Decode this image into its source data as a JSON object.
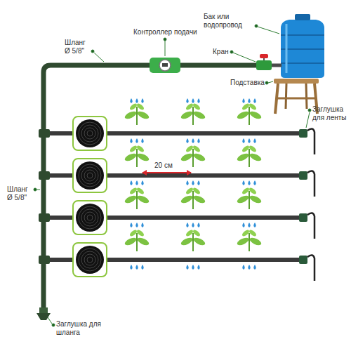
{
  "diagram": {
    "labels": [
      "Шланг Ø 5/8\"",
      "Контроллер подачи",
      "Бак или водопровод",
      "Кран",
      "Подставка",
      "Заглушка для ленты",
      "20 см",
      "Шланг Ø 5/8\"",
      "Заглушка для шланга"
    ]
  }
}
